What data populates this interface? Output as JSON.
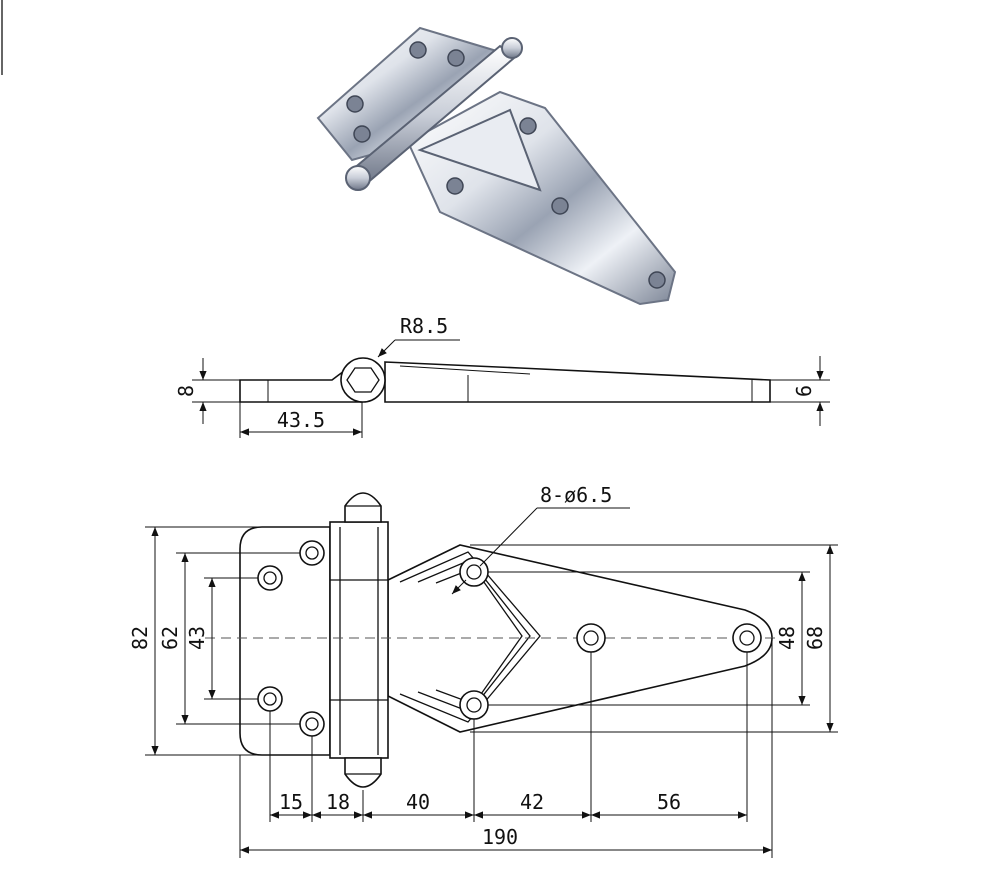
{
  "photo": {
    "alt": "chrome T-hinge photo"
  },
  "side_view": {
    "radius_label": "R8.5",
    "thickness_left": "8",
    "thickness_right": "6",
    "width_label": "43.5"
  },
  "front_view": {
    "holes_label": "8-ø6.5",
    "height_overall": "82",
    "height_outer_holes": "62",
    "height_inner_holes": "43",
    "height_blade_holes": "48",
    "height_blade": "68",
    "dims_bottom": [
      "15",
      "18",
      "40",
      "42",
      "56"
    ],
    "length_overall": "190"
  },
  "colors": {
    "line": "#111111",
    "chrome_light": "#f4f6fa",
    "chrome_dark": "#8a93a3"
  }
}
